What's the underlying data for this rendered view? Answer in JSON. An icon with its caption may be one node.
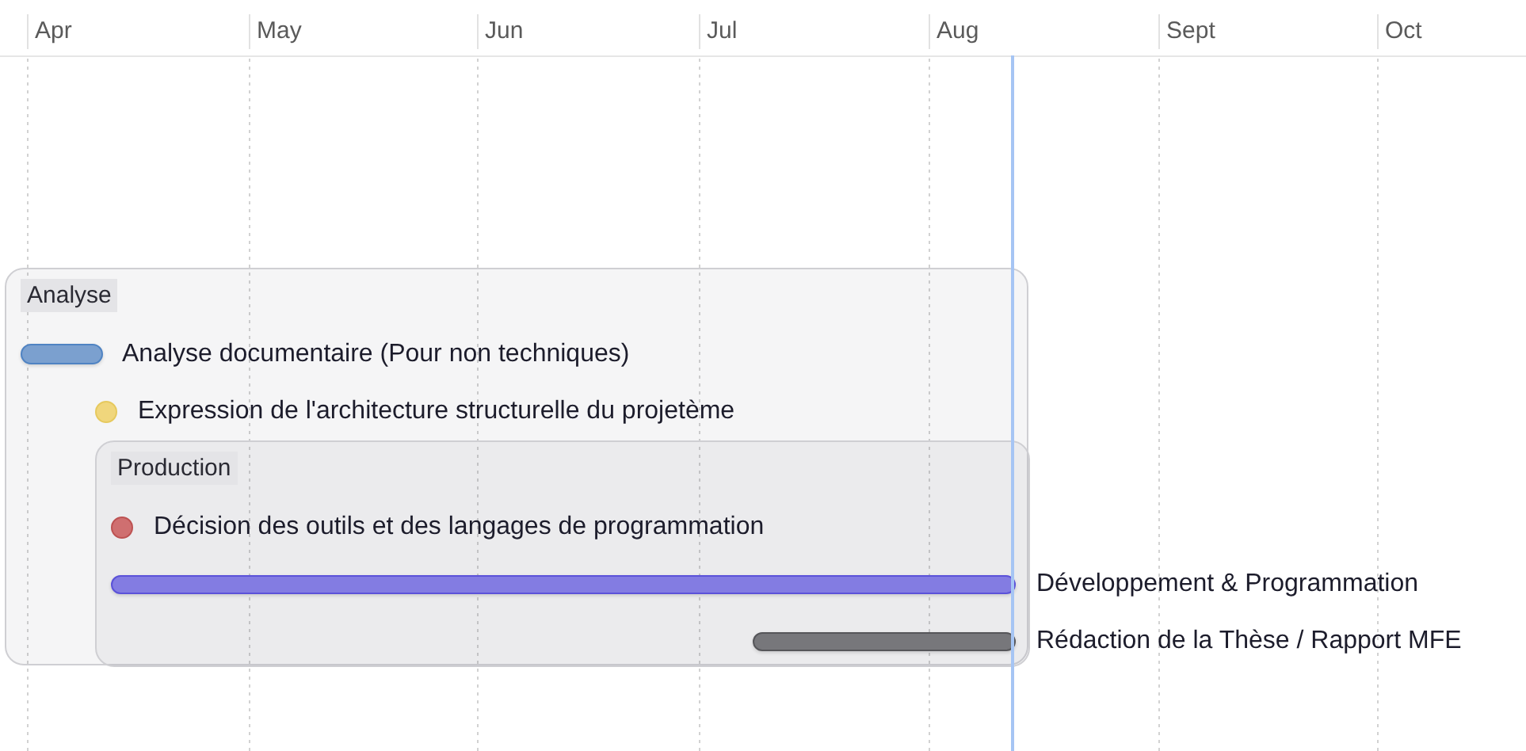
{
  "diagram": {
    "nodes": [
      {
        "text": [
          "Analyse"
        ]
      },
      {
        "text": [],
        "shape": "bar",
        "beside": [
          "Analyse documentaire (Pour non techniques)"
        ],
        "in": 0
      },
      {
        "text": [],
        "shape": "circle",
        "beside": [
          "Expression de l'architecture structurelle du projetème"
        ],
        "in": 0
      },
      {
        "text": [
          "Production"
        ],
        "in": 0
      },
      {
        "text": [],
        "shape": "circle",
        "beside": [
          "Décision des outils et des langages de programmation"
        ],
        "in": 3
      },
      {
        "text": [],
        "shape": "bar",
        "beside": [
          "Développement & Programmation"
        ],
        "in": 3
      },
      {
        "text": [],
        "shape": "bar",
        "beside": [
          "Rédaction de la Thèse / Rapport MFE"
        ],
        "in": 3
      }
    ],
    "labels": [
      "Apr",
      "May",
      "Jun",
      "Jul",
      "Aug",
      "Sept",
      "Oct"
    ]
  }
}
